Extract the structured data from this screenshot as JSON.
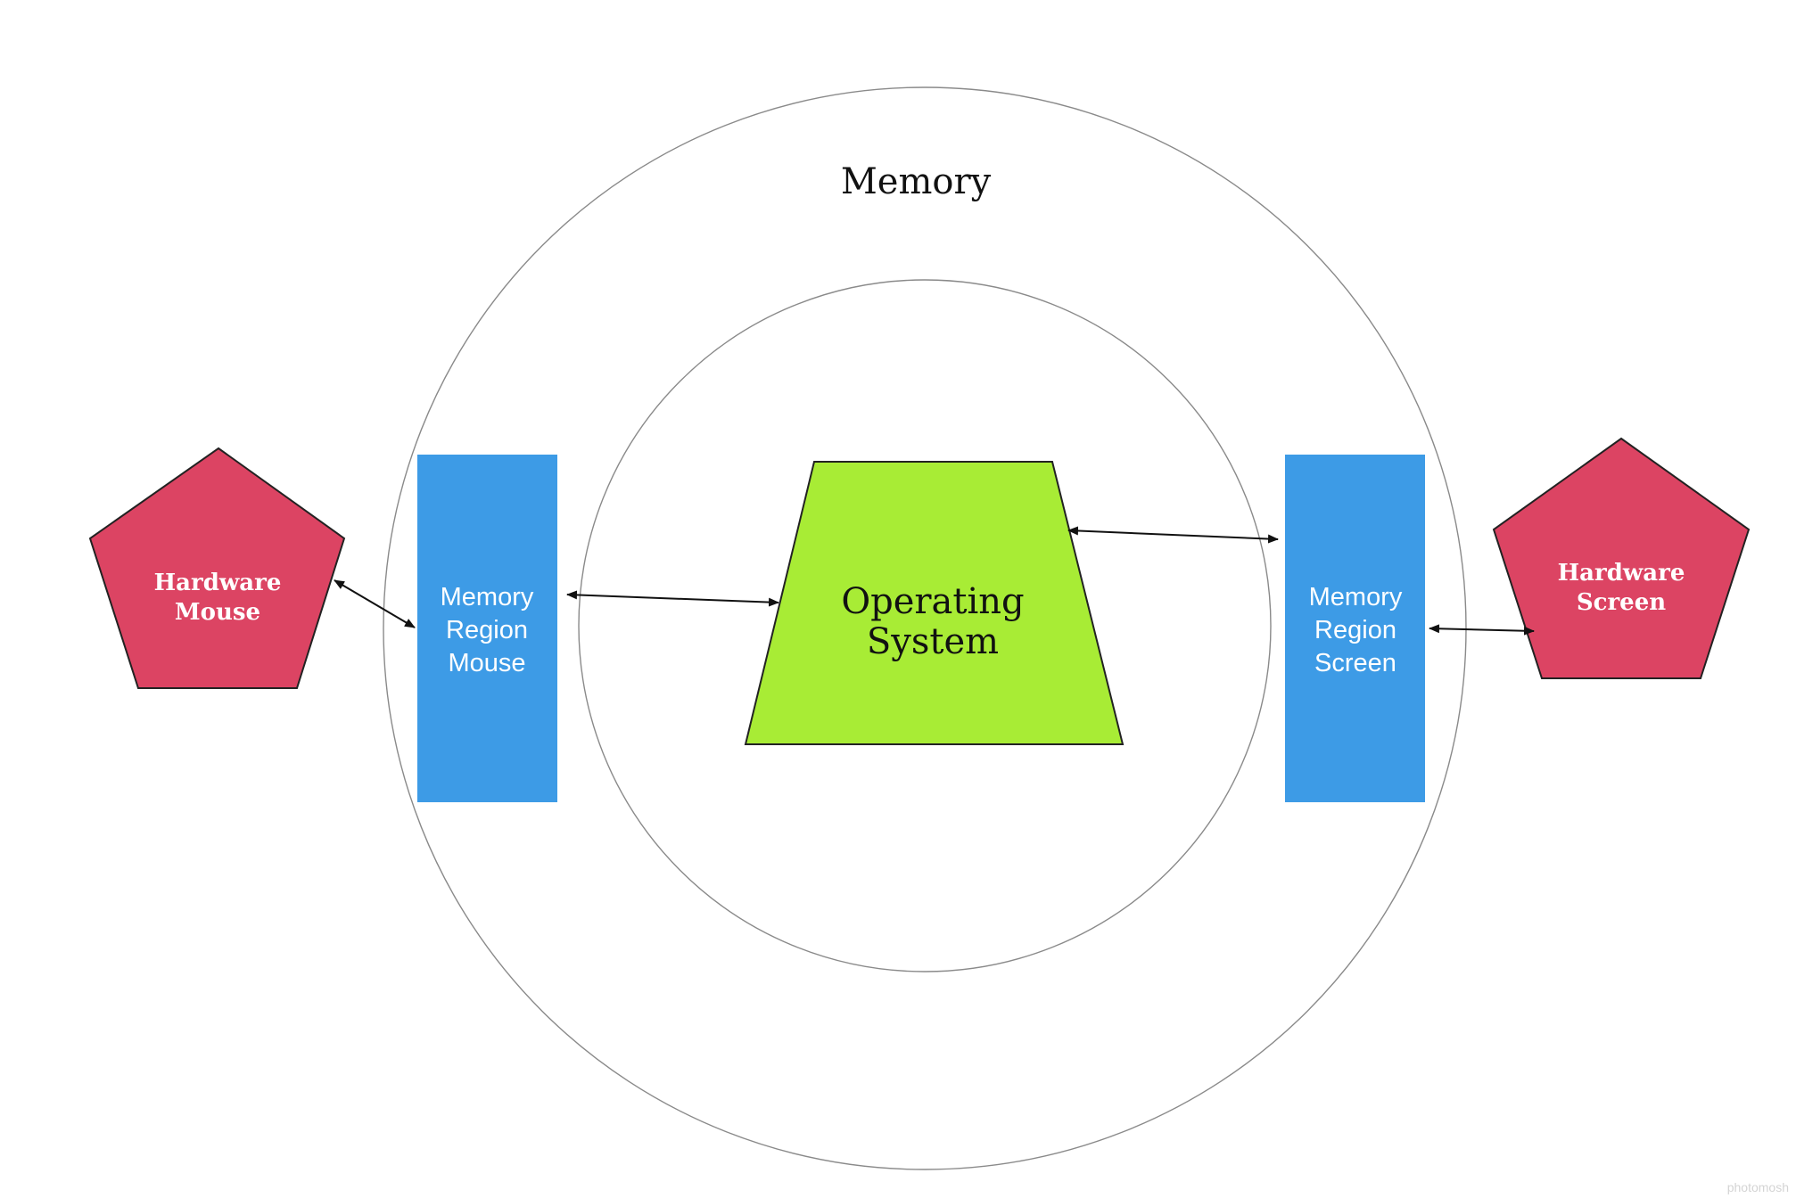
{
  "diagram": {
    "outer_ring_label": "Memory",
    "operating_system": {
      "line1": "Operating",
      "line2": "System",
      "fill": "#a8ec35"
    },
    "memory_region_mouse": {
      "line1": "Memory",
      "line2": "Region",
      "line3": "Mouse",
      "fill": "#3d9be6"
    },
    "memory_region_screen": {
      "line1": "Memory",
      "line2": "Region",
      "line3": "Screen",
      "fill": "#3d9be6"
    },
    "hardware_mouse": {
      "line1": "Hardware",
      "line2": "Mouse",
      "fill": "#dc4463"
    },
    "hardware_screen": {
      "line1": "Hardware",
      "line2": "Screen",
      "fill": "#dc4463"
    },
    "edges": [
      {
        "from": "Hardware Mouse",
        "to": "Memory Region Mouse",
        "direction": "bidirectional"
      },
      {
        "from": "Memory Region Mouse",
        "to": "Operating System",
        "direction": "bidirectional"
      },
      {
        "from": "Operating System",
        "to": "Memory Region Screen",
        "direction": "bidirectional"
      },
      {
        "from": "Memory Region Screen",
        "to": "Hardware Screen",
        "direction": "bidirectional"
      }
    ]
  },
  "watermark": "photomosh"
}
